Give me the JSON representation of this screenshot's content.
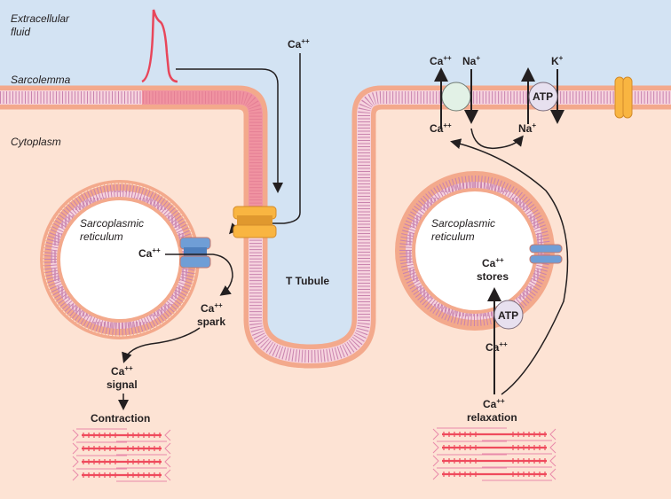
{
  "regions": {
    "extracellular": "Extracellular",
    "extracellular_line2": "fluid",
    "sarcolemma": "Sarcolemma",
    "cytoplasm": "Cytoplasm",
    "t_tubule": "T Tubule"
  },
  "sr_left": {
    "line1": "Sarcoplasmic",
    "line2": "reticulum",
    "ion": "Ca",
    "ion_charge": "++"
  },
  "sr_right": {
    "line1": "Sarcoplasmic",
    "line2": "reticulum",
    "stores_ion": "Ca",
    "stores_charge": "++",
    "stores_label": "stores",
    "atp": "ATP",
    "ion_below": "Ca",
    "ion_below_charge": "++"
  },
  "entry_ion": {
    "ion": "Ca",
    "charge": "++"
  },
  "spark": {
    "ion": "Ca",
    "charge": "++",
    "label": "spark"
  },
  "signal": {
    "ion": "Ca",
    "charge": "++",
    "label": "signal"
  },
  "contraction_label": "Contraction",
  "relaxation": {
    "ion": "Ca",
    "charge": "++",
    "label": "relaxation"
  },
  "exchanger": {
    "out_ion": "Ca",
    "out_charge": "++",
    "in_ion": "Na",
    "in_charge": "+",
    "cyto_ion": "Ca",
    "cyto_charge": "++",
    "cyto_na": "Na",
    "cyto_na_charge": "+"
  },
  "pump": {
    "label": "ATP",
    "ion_out": "K",
    "ion_out_charge": "+"
  },
  "colors": {
    "extracellular": "#d3e3f3",
    "cytoplasm": "#fde3d4",
    "membrane_head": "#f3a98c",
    "membrane_tail": "#cf8bb0",
    "action_potential": "#e8465a",
    "l_type_channel": "#f9b541",
    "ryr_channel": "#6f9ed6",
    "exchanger": "#e2f1e6",
    "atp_pump": "#e7e0ef",
    "sarcomere": "#ef4a5c"
  }
}
